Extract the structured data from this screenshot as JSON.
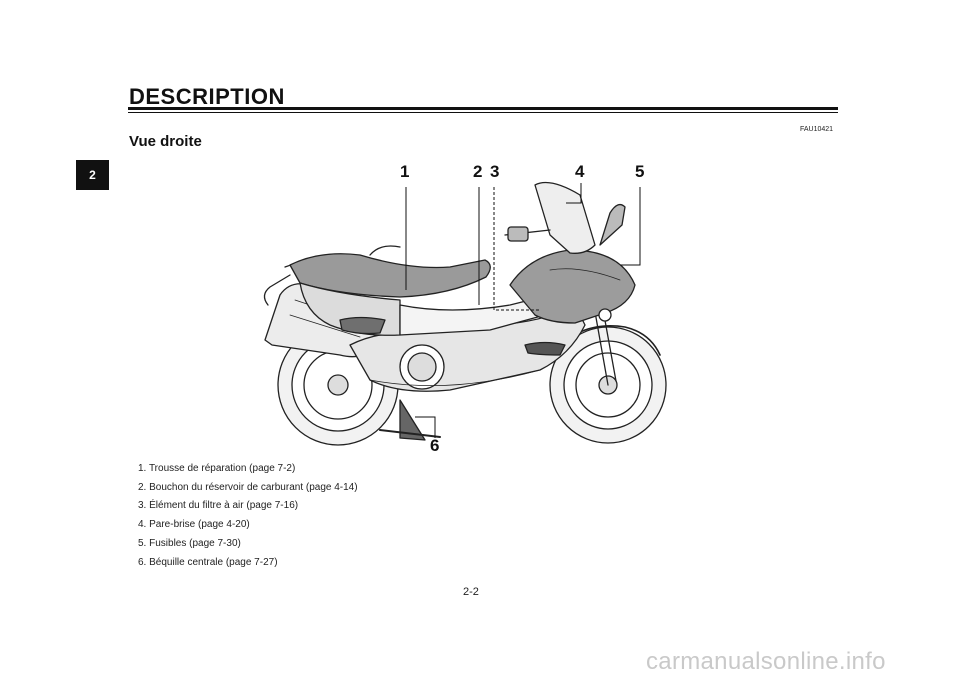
{
  "header": {
    "title": "DESCRIPTION",
    "code": "FAU10421",
    "subtitle": "Vue droite",
    "chapter_tab": "2"
  },
  "figure": {
    "callouts": [
      "1",
      "2",
      "3",
      "4",
      "5",
      "6"
    ]
  },
  "legend": [
    "1.  Trousse de réparation (page 7-2)",
    "2.  Bouchon du réservoir de carburant (page 4-14)",
    "3.  Élément du filtre à air (page 7-16)",
    "4.  Pare-brise (page 4-20)",
    "5.  Fusibles (page 7-30)",
    "6.  Béquille centrale (page 7-27)"
  ],
  "footer": {
    "page_number": "2-2",
    "watermark": "carmanualsonline.info"
  }
}
